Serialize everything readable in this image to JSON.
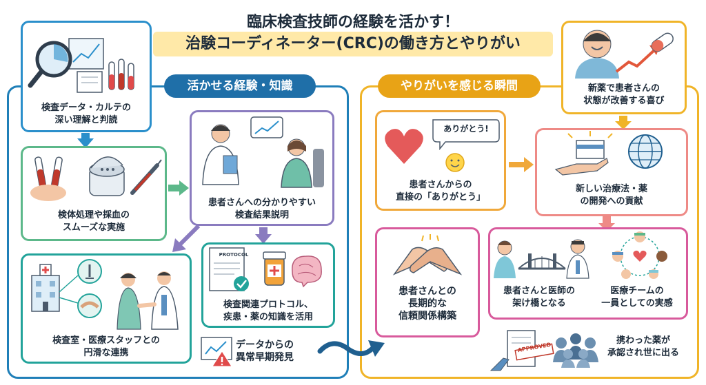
{
  "title": {
    "line1": "臨床検査技師の経験を活かす！",
    "line2": "治験コーディネーター(CRC)の働き方とやりがい"
  },
  "left_section": {
    "header": "活かせる経験・知識",
    "boxes": {
      "data_reading": "検査データ・カルテの\n深い理解と判読",
      "sample_processing": "検体処理や採血の\nスムーズな実施",
      "explanation": "患者さんへの分かりやすい\n検査結果説明",
      "coordination": "検査室・医療スタッフとの\n円滑な連携",
      "protocol": "検査関連プロトコル、\n疾患・薬の知識を活用",
      "early_detection": "データからの\n異常早期発見"
    },
    "protocol_doc_text": "PROTOCOL"
  },
  "right_section": {
    "header": "やりがいを感じる瞬間",
    "boxes": {
      "improvement": "新薬で患者さんの\n状態が改善する喜び",
      "thanks": "患者さんからの\n直接の「ありがとう」",
      "contribution": "新しい治療法・薬\nの開発への貢献",
      "trust": "患者さんとの\n長期的な\n信頼関係構築",
      "bridge": "患者さんと医師の\n架け橋となる",
      "team": "医療チームの\n一員としての実感",
      "approval": "携わった薬が\n承認され世に出る"
    },
    "speech_bubble": "ありがとう!",
    "stamp_text": "APPROVED"
  },
  "colors": {
    "blue": "#2a8fcb",
    "green": "#5cb88a",
    "purple": "#8a7bbf",
    "teal": "#22a39a",
    "gold": "#f0b428",
    "salmon": "#ee8a86",
    "pink": "#d85a9c"
  }
}
